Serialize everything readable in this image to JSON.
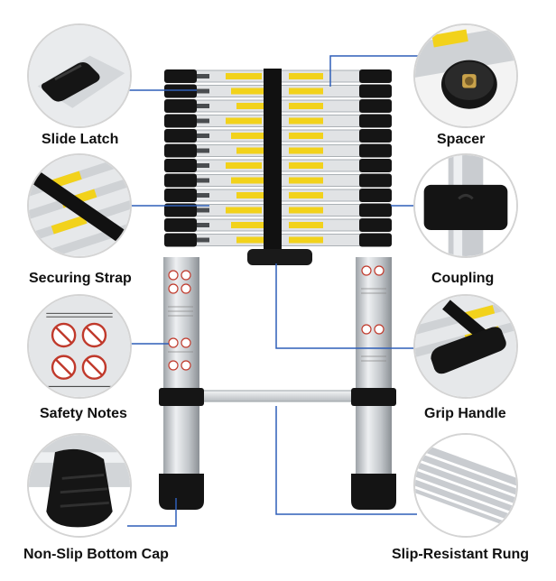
{
  "callouts": {
    "slide_latch": "Slide Latch",
    "spacer": "Spacer",
    "securing_strap": "Securing Strap",
    "coupling": "Coupling",
    "safety_notes": "Safety Notes",
    "grip_handle": "Grip Handle",
    "non_slip_bottom_cap": "Non-Slip Bottom Cap",
    "slip_resistant_rung": "Slip-Resistant Rung"
  },
  "colors": {
    "leader_line": "#2f5fb8",
    "rung_label": "#f2d21b",
    "cap": "#1a1a1a",
    "aluminium": "#c9ccd0"
  },
  "icons": [
    "slide-latch-closeup",
    "spacer-closeup",
    "strap-closeup",
    "coupling-closeup",
    "safety-notes-closeup",
    "grip-handle-closeup",
    "bottom-cap-closeup",
    "rung-closeup"
  ]
}
